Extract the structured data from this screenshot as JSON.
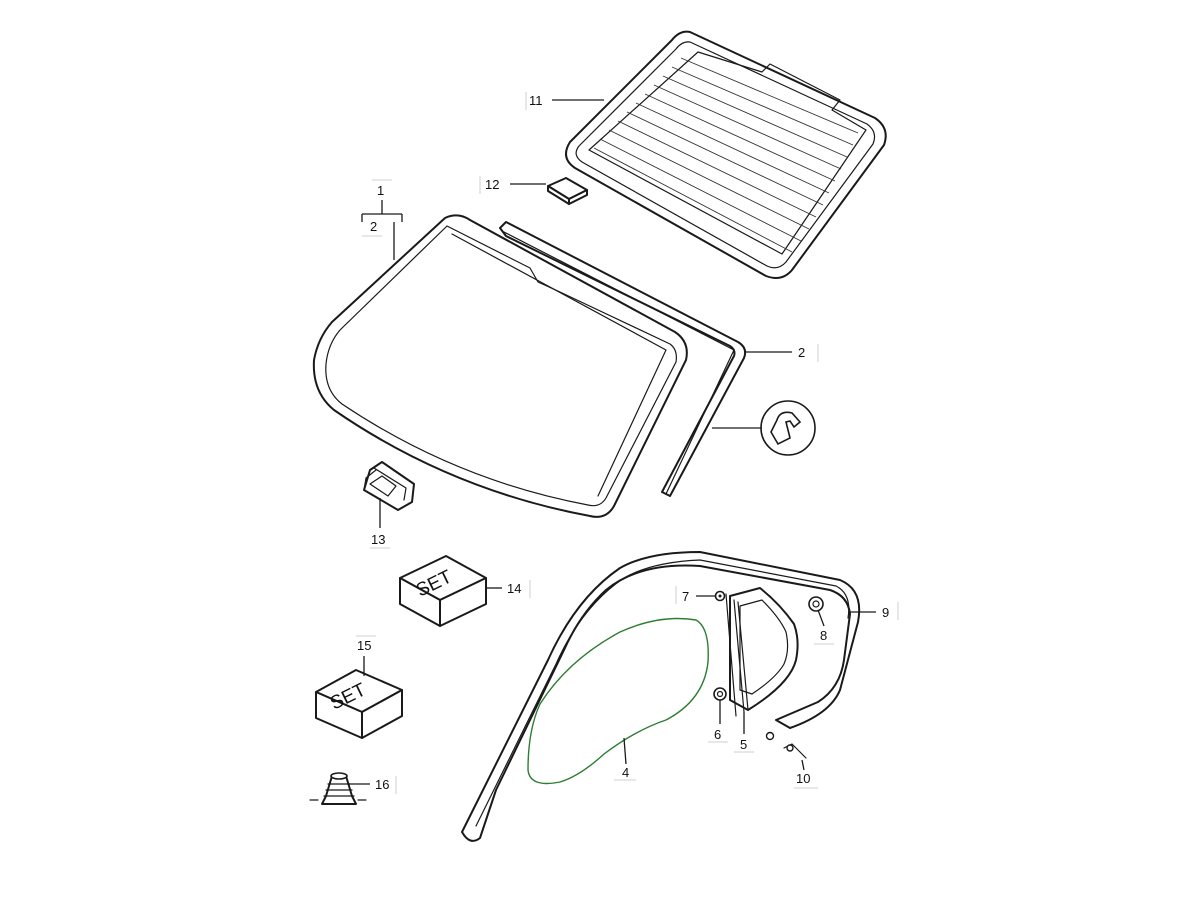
{
  "callouts": {
    "c1": "1",
    "c2_sub": "2",
    "c2": "2",
    "c4": "4",
    "c5": "5",
    "c6": "6",
    "c7": "7",
    "c8": "8",
    "c9": "9",
    "c10": "10",
    "c11": "11",
    "c12": "12",
    "c13": "13",
    "c14": "14",
    "c15": "15",
    "c16": "16"
  },
  "sets": {
    "set14": "SET",
    "set15": "SET"
  },
  "colors": {
    "line": "#1a1a1a",
    "gasket_outline": "#2e7d32"
  },
  "icons": {
    "detail": "seal-clip-detail-icon"
  }
}
